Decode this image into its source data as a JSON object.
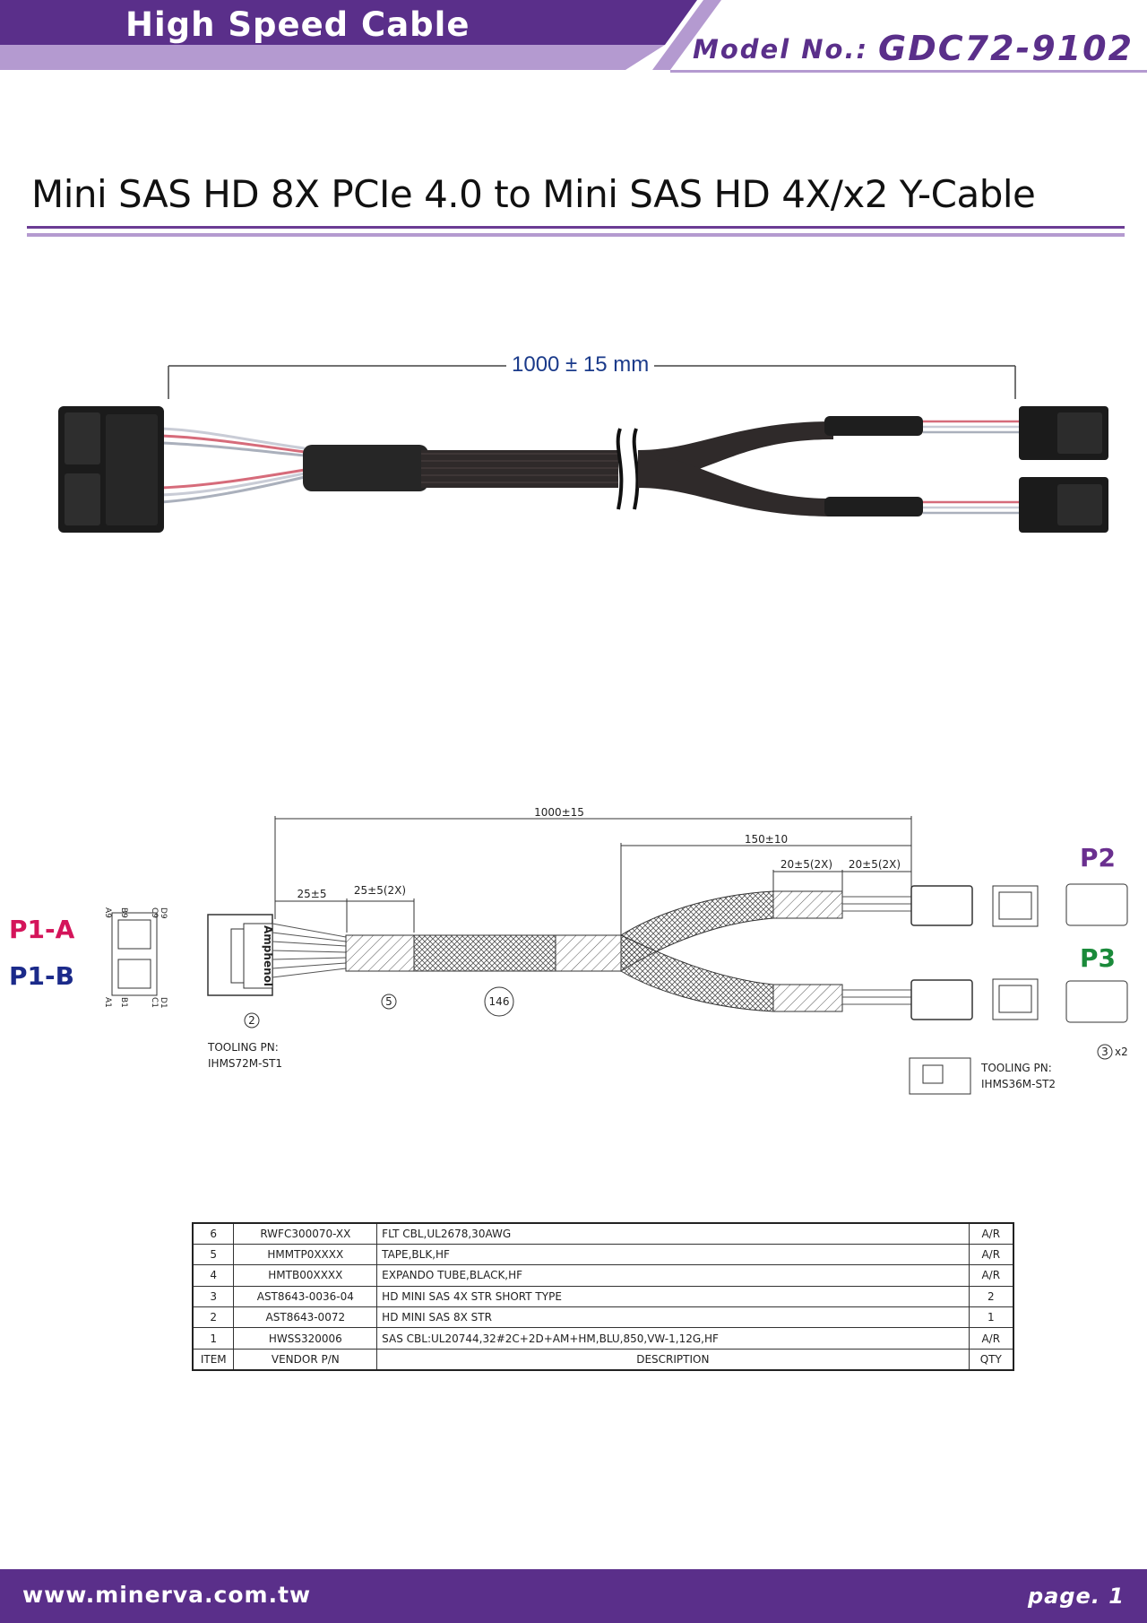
{
  "header": {
    "title": "High Speed Cable",
    "model_label": "Model No.:",
    "model_number": "GDC72-9102"
  },
  "product_title": "Mini SAS HD 8X PCIe 4.0 to Mini SAS HD 4X/x2 Y-Cable",
  "photo": {
    "length_label": "1000 ± 15 mm"
  },
  "drawing": {
    "dimensions": {
      "overall": "1000±15",
      "branch": "150±10",
      "tape_left_1": "25±5",
      "tape_left_2": "25±5(2X)",
      "tape_right_1": "20±5(2X)",
      "tape_right_2": "20±5(2X)"
    },
    "callouts": {
      "connector_left": "2",
      "tape": "5",
      "jacket": "146",
      "connector_right": "3",
      "connector_right_qty": "x2"
    },
    "connector_brand": "Amphenol",
    "tooling_left": "TOOLING PN:",
    "tooling_left_pn": "IHMS72M-ST1",
    "tooling_right": "TOOLING PN:",
    "tooling_right_pn": "IHMS36M-ST2",
    "ports": {
      "p1a": "P1-A",
      "p1b": "P1-B",
      "p2": "P2",
      "p3": "P3"
    },
    "port_colors": {
      "p1a": "#d4145a",
      "p1b": "#1b2a8a",
      "p2": "#6a2f8f",
      "p3": "#1a8a3a"
    },
    "pin_labels": [
      "A9",
      "B9",
      "C9",
      "D9",
      "A1",
      "B1",
      "C1",
      "D1"
    ]
  },
  "bom": {
    "rows": [
      {
        "item": "6",
        "pn": "RWFC300070-XX",
        "desc": "FLT CBL,UL2678,30AWG",
        "qty": "A/R"
      },
      {
        "item": "5",
        "pn": "HMMTP0XXXX",
        "desc": "TAPE,BLK,HF",
        "qty": "A/R"
      },
      {
        "item": "4",
        "pn": "HMTB00XXXX",
        "desc": "EXPANDO TUBE,BLACK,HF",
        "qty": "A/R"
      },
      {
        "item": "3",
        "pn": "AST8643-0036-04",
        "desc": "HD MINI SAS 4X STR SHORT TYPE",
        "qty": "2"
      },
      {
        "item": "2",
        "pn": "AST8643-0072",
        "desc": "HD MINI SAS 8X STR",
        "qty": "1"
      },
      {
        "item": "1",
        "pn": "HWSS320006",
        "desc": "SAS CBL:UL20744,32#2C+2D+AM+HM,BLU,850,VW-1,12G,HF",
        "qty": "A/R"
      }
    ],
    "header": {
      "item": "ITEM",
      "pn": "VENDOR P/N",
      "desc": "DESCRIPTION",
      "qty": "QTY"
    }
  },
  "footer": {
    "url": "www.minerva.com.tw",
    "page": "page. 1"
  },
  "colors": {
    "brand_purple": "#5a2f8a",
    "light_purple": "#b49ad0"
  }
}
